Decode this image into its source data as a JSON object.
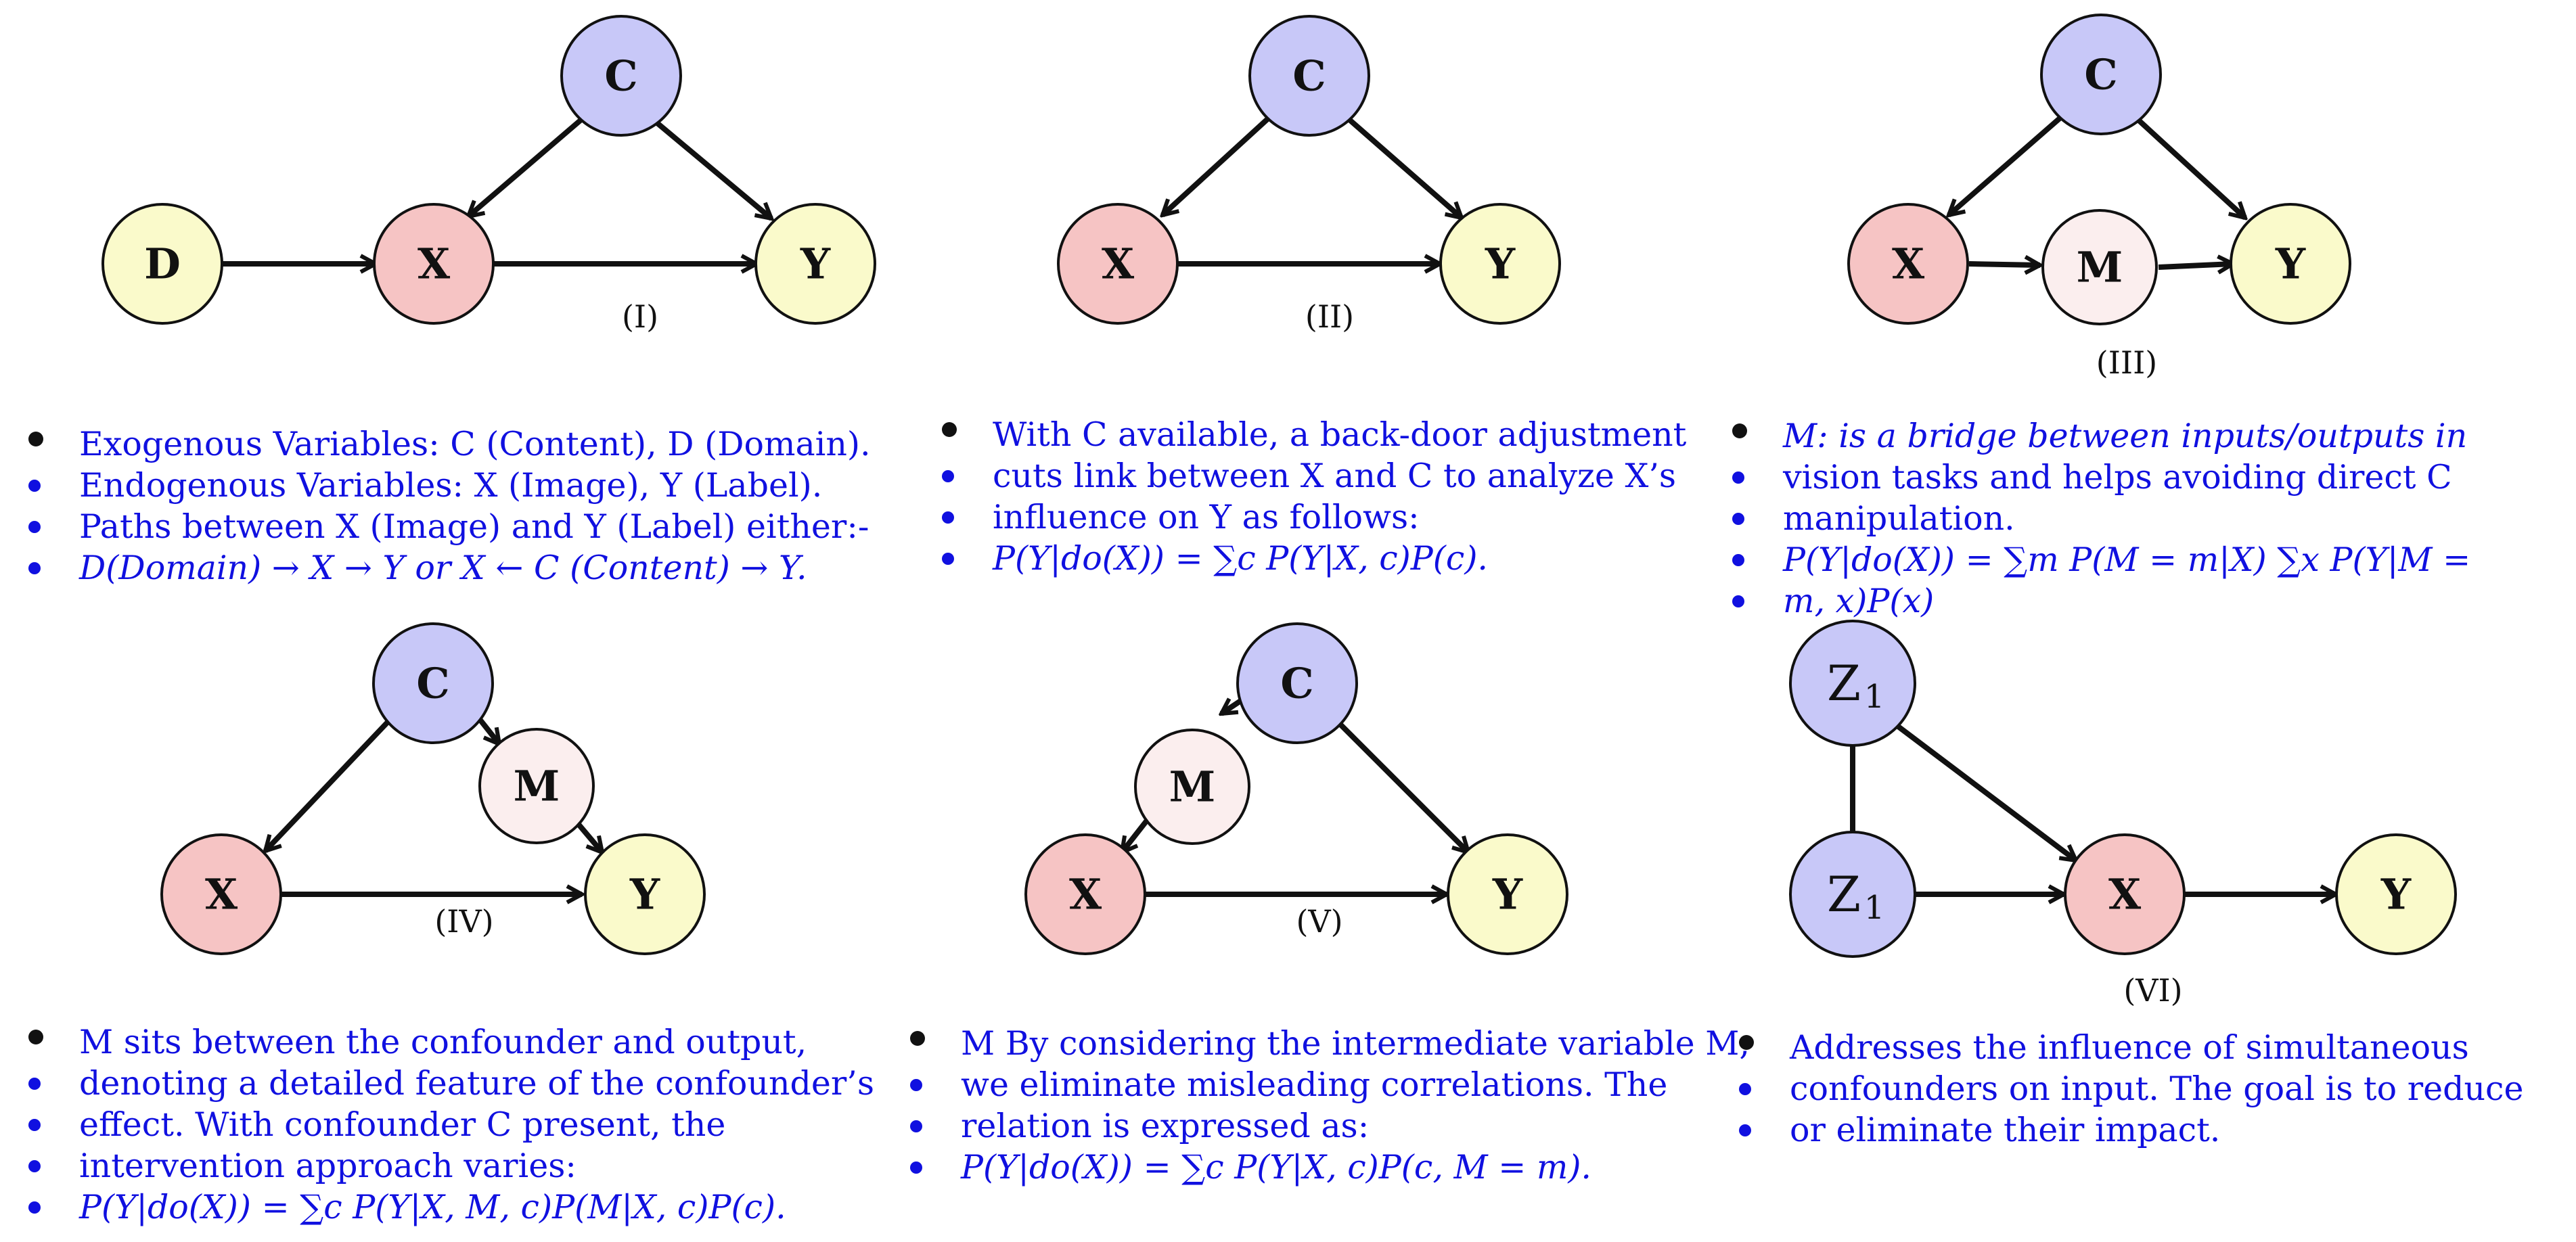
{
  "colors": {
    "content_node": "#c8c8f8",
    "domain_node": "#fafacb",
    "input_node": "#f6c4c4",
    "label_node": "#fafacb",
    "mediator_node": "#fbeeee",
    "text_blue": "#1010e0",
    "edge": "#111111"
  },
  "diagrams": [
    {
      "id": "I",
      "caption": "(I)",
      "nodes": {
        "C": "C",
        "D": "D",
        "X": "X",
        "Y": "Y"
      }
    },
    {
      "id": "II",
      "caption": "(II)",
      "nodes": {
        "C": "C",
        "X": "X",
        "Y": "Y"
      }
    },
    {
      "id": "III",
      "caption": "(III)",
      "nodes": {
        "C": "C",
        "X": "X",
        "M": "M",
        "Y": "Y"
      }
    },
    {
      "id": "IV",
      "caption": "(IV)",
      "nodes": {
        "C": "C",
        "M": "M",
        "X": "X",
        "Y": "Y"
      }
    },
    {
      "id": "V",
      "caption": "(V)",
      "nodes": {
        "C": "C",
        "M": "M",
        "X": "X",
        "Y": "Y"
      }
    },
    {
      "id": "VI",
      "caption": "(VI)",
      "nodes": {
        "Z1_top": "Z",
        "Z1_bottom": "Z",
        "Z_sub": "1",
        "X": "X",
        "Y": "Y"
      }
    }
  ],
  "texts": {
    "I": [
      "Exogenous Variables: C (Content), D (Domain).",
      "Endogenous Variables: X (Image), Y (Label).",
      "Paths between X (Image) and Y (Label) either:-",
      "D(Domain) → X → Y  or  X ← C (Content) → Y."
    ],
    "II": [
      "With C available, a back-door adjustment",
      "cuts link between X and C to analyze X’s",
      "influence on Y as follows:",
      "P(Y|do(X)) = ∑c P(Y|X, c)P(c)."
    ],
    "III": [
      "M:  is a bridge between inputs/outputs in",
      "vision tasks and helps avoiding direct C",
      "manipulation.",
      "P(Y|do(X)) = ∑m P(M = m|X) ∑x P(Y|M =",
      "m, x)P(x)"
    ],
    "IV": [
      "M sits between the confounder and output,",
      "denoting a detailed feature of the confounder’s",
      "effect.  With confounder C present, the",
      "intervention approach varies:",
      "P(Y|do(X)) = ∑c P(Y|X, M, c)P(M|X, c)P(c)."
    ],
    "V": [
      "M By considering the intermediate variable M,",
      "we eliminate misleading correlations.  The",
      "relation is expressed as:",
      "P(Y|do(X)) = ∑c P(Y|X, c)P(c, M = m)."
    ],
    "VI": [
      "Addresses the influence of simultaneous",
      "confounders on input.  The goal is to reduce",
      "or eliminate their impact."
    ]
  }
}
